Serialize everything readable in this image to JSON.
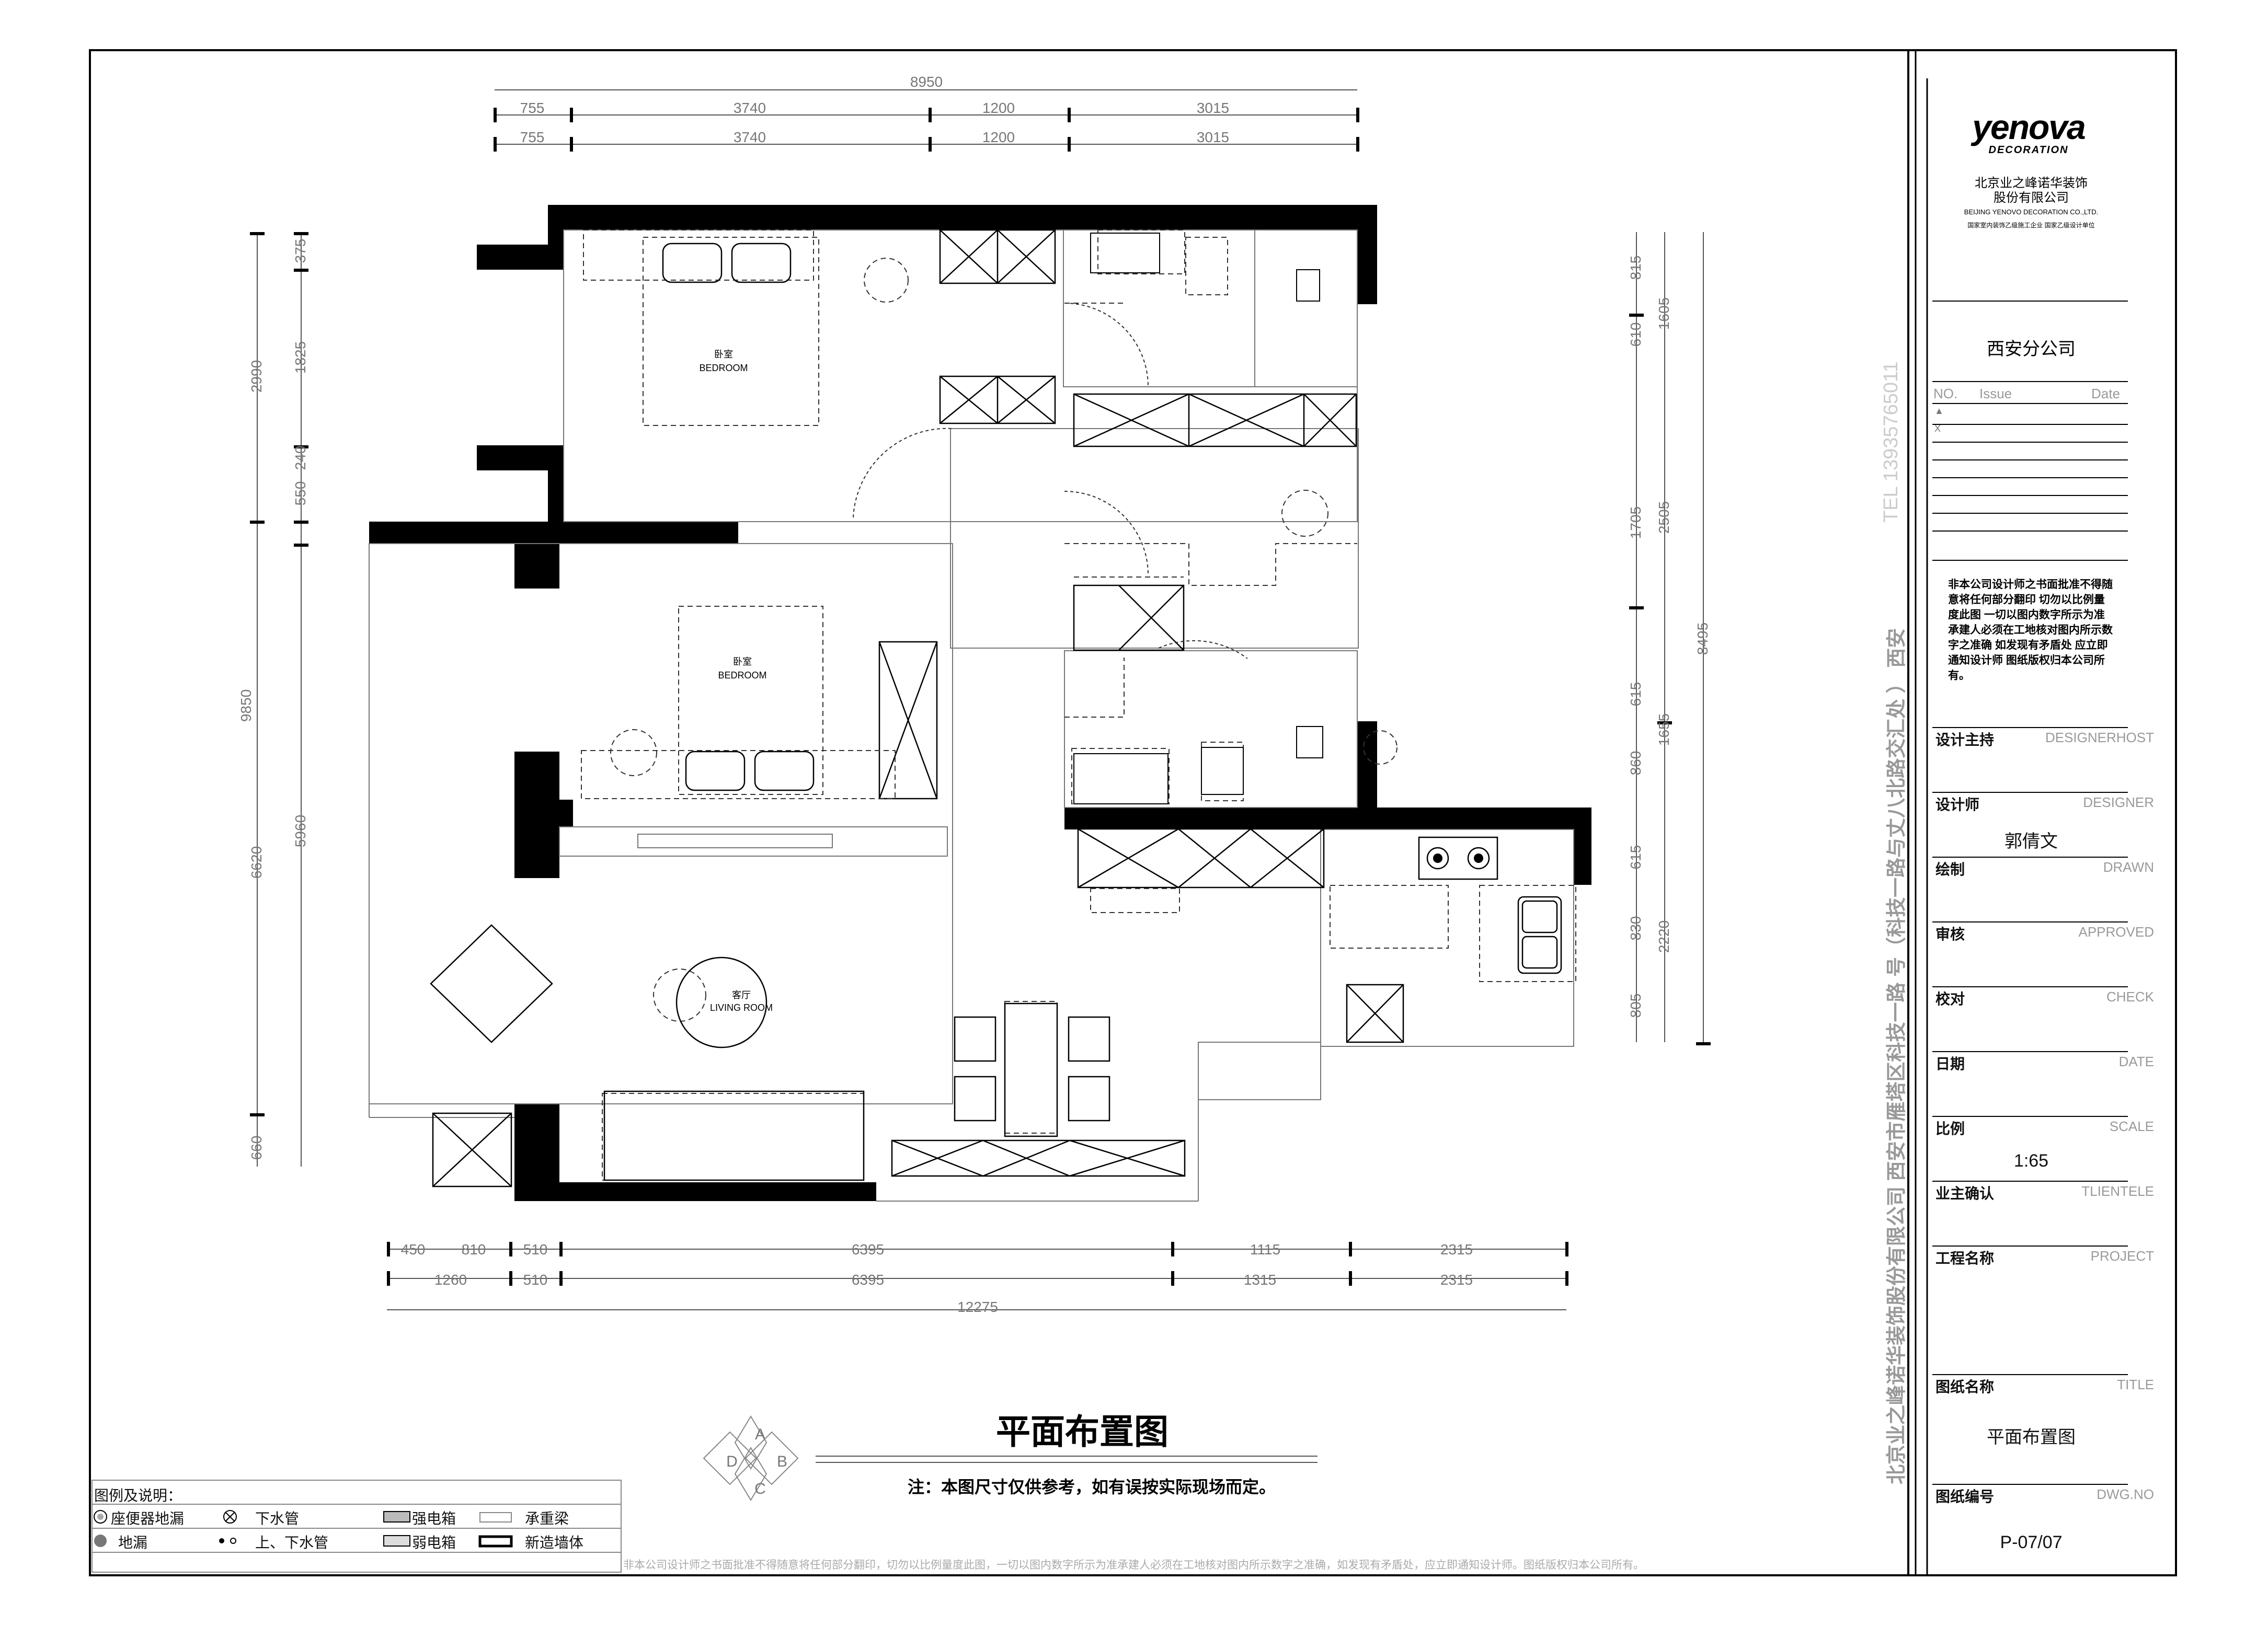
{
  "drawing": {
    "title": "平面布置图",
    "note": "注：本图尺寸仅供参考，如有误按实际现场而定。",
    "compass_letters": [
      "A",
      "B",
      "C",
      "D"
    ],
    "footer_disclaimer": "非本公司设计师之书面批准不得随意将任何部分翻印，切勿以比例量度此图，一切以图内数字所示为准承建人必须在工地核对图内所示数字之准确，如发现有矛盾处，应立即通知设计师。图纸版权归本公司所有。"
  },
  "rooms": [
    {
      "cn": "卧室",
      "en": "BEDROOM"
    },
    {
      "cn": "卧室",
      "en": "BEDROOM"
    },
    {
      "cn": "客厅",
      "en": "LIVING ROOM"
    }
  ],
  "dimensions": {
    "top_total": "8950",
    "top_row1": [
      "755",
      "3740",
      "1200",
      "3015"
    ],
    "top_row2": [
      "755",
      "3740",
      "1200",
      "3015"
    ],
    "bottom_row1": [
      "450",
      "810",
      "510",
      "6395",
      "1115",
      "2315"
    ],
    "bottom_row2": [
      "1260",
      "510",
      "6395",
      "1315",
      "2315"
    ],
    "bottom_total": "12275",
    "left_outer": [
      "2990",
      "9850",
      "6620",
      "660"
    ],
    "left_inner": [
      "375",
      "1825",
      "240",
      "550",
      "5960"
    ],
    "right_inner": [
      "815",
      "610",
      "1705",
      "615",
      "860",
      "615",
      "830",
      "805"
    ],
    "right_outer": [
      "1605",
      "2505",
      "8495",
      "1655",
      "2220"
    ]
  },
  "legend": {
    "title": "图例及说明：",
    "items": [
      {
        "label": "座便器地漏",
        "icon": "floor-drain-toilet-icon"
      },
      {
        "label": "下水管",
        "icon": "drain-pipe-icon"
      },
      {
        "label": "强电箱",
        "icon": "strong-electric-box-icon"
      },
      {
        "label": "承重梁",
        "icon": "load-beam-icon"
      },
      {
        "label": "地漏",
        "icon": "floor-drain-icon"
      },
      {
        "label": "上、下水管",
        "icon": "water-pipes-icon"
      },
      {
        "label": "弱电箱",
        "icon": "weak-electric-box-icon"
      },
      {
        "label": "新造墙体",
        "icon": "new-wall-icon"
      }
    ]
  },
  "vertical_address": "北京业之峰诺华装饰股份有限公司  西安市雁塔区科技一路  号（科技一路与丈八北路交汇处 ）  西安",
  "vertical_tel": "TEL  13935765011",
  "title_block": {
    "logo_word": "yenova",
    "logo_sub": "DECORATION",
    "company_cn_1": "北京业之峰诺华装饰",
    "company_cn_2": "股份有限公司",
    "company_en": "BEIJING YENOVO DECORATION CO.,LTD.",
    "company_tag": "国家室内装饰乙级施工企业  国家乙级设计单位",
    "branch": "西安分公司",
    "issue_headers": [
      "NO.",
      "Issue",
      "Date"
    ],
    "issue_marks": [
      "▲",
      "X"
    ],
    "notice": "非本公司设计师之书面批准不得随意将任何部分翻印 切勿以比例量度此图 一切以图内数字所示为准 承建人必须在工地核对图内所示数字之准确 如发现有矛盾处 应立即通知设计师 图纸版权归本公司所有。",
    "fields": [
      {
        "cn": "设计主持",
        "en": "DESIGNERHOST",
        "value": ""
      },
      {
        "cn": "设计师",
        "en": "DESIGNER",
        "value": "郭倩文"
      },
      {
        "cn": "绘制",
        "en": "DRAWN",
        "value": ""
      },
      {
        "cn": "审核",
        "en": "APPROVED",
        "value": ""
      },
      {
        "cn": "校对",
        "en": "CHECK",
        "value": ""
      },
      {
        "cn": "日期",
        "en": "DATE",
        "value": ""
      },
      {
        "cn": "比例",
        "en": "SCALE",
        "value": "1:65"
      },
      {
        "cn": "业主确认",
        "en": "TLIENTELE",
        "value": ""
      },
      {
        "cn": "工程名称",
        "en": "PROJECT",
        "value": ""
      },
      {
        "cn": "图纸名称",
        "en": "TITLE",
        "value": "平面布置图"
      },
      {
        "cn": "图纸编号",
        "en": "DWG.NO",
        "value": "P-07/07"
      }
    ]
  }
}
